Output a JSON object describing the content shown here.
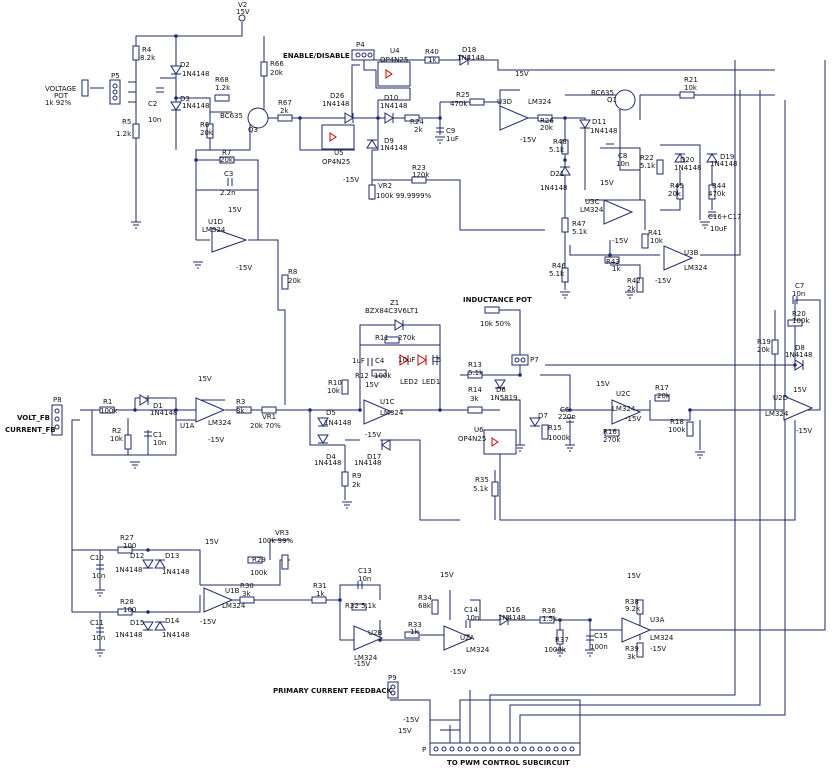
{
  "labels": {
    "v2": "V2",
    "v2_val": "15V",
    "enable": "ENABLE/DISABLE",
    "p4": "P4",
    "voltage_pot": "VOLTAGE",
    "voltage_pot2": "POT",
    "voltage_pot3": "1k 92%",
    "p5": "P5",
    "inductance_pot": "INDUCTANCE POT",
    "primary_fb": "PRIMARY CURRENT FEEDBACK",
    "to_pwm": "TO PWM CONTROL SUBCIRCUIT",
    "p9": "P9",
    "p8": "P8",
    "p7": "P7",
    "p_conn": "P",
    "volt_fb": "VOLT_FB",
    "current_fb": "CURRENT_FB",
    "neg15": "-15V",
    "pos15": "15V"
  },
  "parts": {
    "R4": "R4",
    "R4v": "8.2k",
    "D2": "D2",
    "D2v": "1N4148",
    "D3": "D3",
    "D3v": "1N4148",
    "C2": "C2",
    "C2v": "10n",
    "R5": "R5",
    "R5v": "1.2k",
    "R68": "R68",
    "R68v": "1.2k",
    "R6": "R6",
    "R6v": "20k",
    "R66": "R66",
    "R66v": "20k",
    "R67": "R67",
    "R67v": "2k",
    "Q3": "Q3",
    "Q3v": "BC635",
    "R7": "R7",
    "R7v": "20k",
    "C3": "C3",
    "C3v": "2.2n",
    "U1D": "U1D",
    "U1Dv": "LM324",
    "R8": "R8",
    "R8v": "20k",
    "U4": "U4",
    "U4v": "OP4N25",
    "U5": "U5",
    "U5v": "OP4N25",
    "R40": "R40",
    "R40v": "1k",
    "D18": "D18",
    "D18v": "1N4148",
    "D26": "D26",
    "D26v": "1N4148",
    "D10": "D10",
    "D10v": "1N4148",
    "D9": "D9",
    "D9v": "1N4148",
    "R24": "R24",
    "R24v": "2k",
    "R25": "R25",
    "R25v": "470k",
    "C9": "C9",
    "C9v": "1uF",
    "R23": "R23",
    "R23v": "120k",
    "VR2": "VR2",
    "VR2v": "100k 99.9999%",
    "U3D": "U3D",
    "U3Dv": "LM324",
    "R26": "R26",
    "R26v": "20k",
    "R21": "R21",
    "R21v": "10k",
    "Q1": "Q1",
    "Q1v": "BC635",
    "R48": "R48",
    "R48v": "5.1k",
    "D11": "D11",
    "D11v": "1N4148",
    "C8": "C8",
    "C8v": "10n",
    "R22": "R22",
    "R22v": "5.1k",
    "D20": "D20",
    "D20v": "1N4148",
    "D19": "D19",
    "D19v": "1N4148",
    "D21": "D21",
    "D21v": "1N4148",
    "R45": "R45",
    "R45v": "20k",
    "R44": "R44",
    "R44v": "470k",
    "C16": "C16+C17",
    "C16v": "10uF",
    "U3C": "U3C",
    "U3Cv": "LM324",
    "R47": "R47",
    "R47v": "5.1k",
    "R41": "R41",
    "R41v": "10k",
    "U3B": "U3B",
    "U3Bv": "LM324",
    "R46": "R46",
    "R46v": "5.1k",
    "R43": "R43",
    "R43v": "1k",
    "R42": "R42",
    "R42v": "2k",
    "Z1": "Z1",
    "Z1v": "BZX84C3V6LT1",
    "R11": "R11",
    "R11v": "270k",
    "C4": "C4",
    "C4v": "1uF",
    "R12": "R12",
    "R12v": "100k",
    "C5": "C5",
    "C5v": "10uF",
    "LED2": "LED2",
    "LED1": "LED1",
    "R10": "R10",
    "R10v": "10k",
    "U1C": "U1C",
    "U1Cv": "LM324",
    "D5": "D5",
    "D5v": "1N4148",
    "D4": "D4",
    "D4v": "1N4148",
    "D17": "D17",
    "D17v": "1N4148",
    "R9": "R9",
    "R9v": "2k",
    "R13": "R13",
    "R13v": "5.1k",
    "R14": "R14",
    "R14v": "3k",
    "D6": "D6",
    "D6v": "1N5819",
    "D7": "D7",
    "C6": "C6",
    "C6v": "220n",
    "R15": "R15",
    "R15v": "1000k",
    "U6": "U6",
    "U6v": "OP4N25",
    "R35": "R35",
    "R35v": "5.1k",
    "POTv": "10k 50%",
    "U2C": "U2C",
    "U2Cv": "LM324",
    "R16": "R16",
    "R16v": "270k",
    "R17": "R17",
    "R17v": "20k",
    "R18": "R18",
    "R18v": "100k",
    "C7": "C7",
    "C7v": "10n",
    "R20": "R20",
    "R20v": "100k",
    "R19": "R19",
    "R19v": "20k",
    "D8": "D8",
    "D8v": "1N4148",
    "U2D": "U2D",
    "U2Dv": "LM324",
    "R1": "R1",
    "R1v": "100k",
    "D1": "D1",
    "D1v": "1N4148",
    "R2": "R2",
    "R2v": "10k",
    "C1": "C1",
    "C1v": "10n",
    "U1A": "U1A",
    "U1Av": "LM324",
    "R3": "R3",
    "R3v": "3k",
    "VR1": "VR1",
    "VR1v": "20k 70%",
    "R27": "R27",
    "R27v": "100",
    "C10": "C10",
    "C10v": "10n",
    "D12": "D12",
    "D12v": "1N4148",
    "D13": "D13",
    "D13v": "1N4148",
    "R28": "R28",
    "R28v": "100",
    "C11": "C11",
    "C11v": "10n",
    "D15": "D15",
    "D15v": "1N4148",
    "D14": "D14",
    "D14v": "1N4148",
    "VR3": "VR3",
    "VR3v": "100k 99%",
    "R29": "R29",
    "R29v": "100k",
    "R30": "R30",
    "R30v": "3k",
    "U1B": "U1B",
    "U1Bv": "LM324",
    "R31": "R31",
    "R31v": "1k",
    "C13": "C13",
    "C13v": "10n",
    "R32": "R32",
    "R32v": "5.1k",
    "U2B": "U2B",
    "U2Bv": "LM324",
    "R33": "R33",
    "R33v": "1k",
    "R34": "R34",
    "R34v": "68k",
    "C14": "C14",
    "C14v": "10n",
    "U2A": "U2A",
    "U2Av": "LM324",
    "D16": "D16",
    "D16v": "1N4148",
    "R36": "R36",
    "R36v": "1.5k",
    "R37": "R37",
    "R37v": "1000k",
    "C15": "C15",
    "C15v": "100n",
    "R38": "R38",
    "R38v": "9.2k",
    "U3A": "U3A",
    "U3Av": "LM324",
    "R39": "R39",
    "R39v": "3k"
  }
}
